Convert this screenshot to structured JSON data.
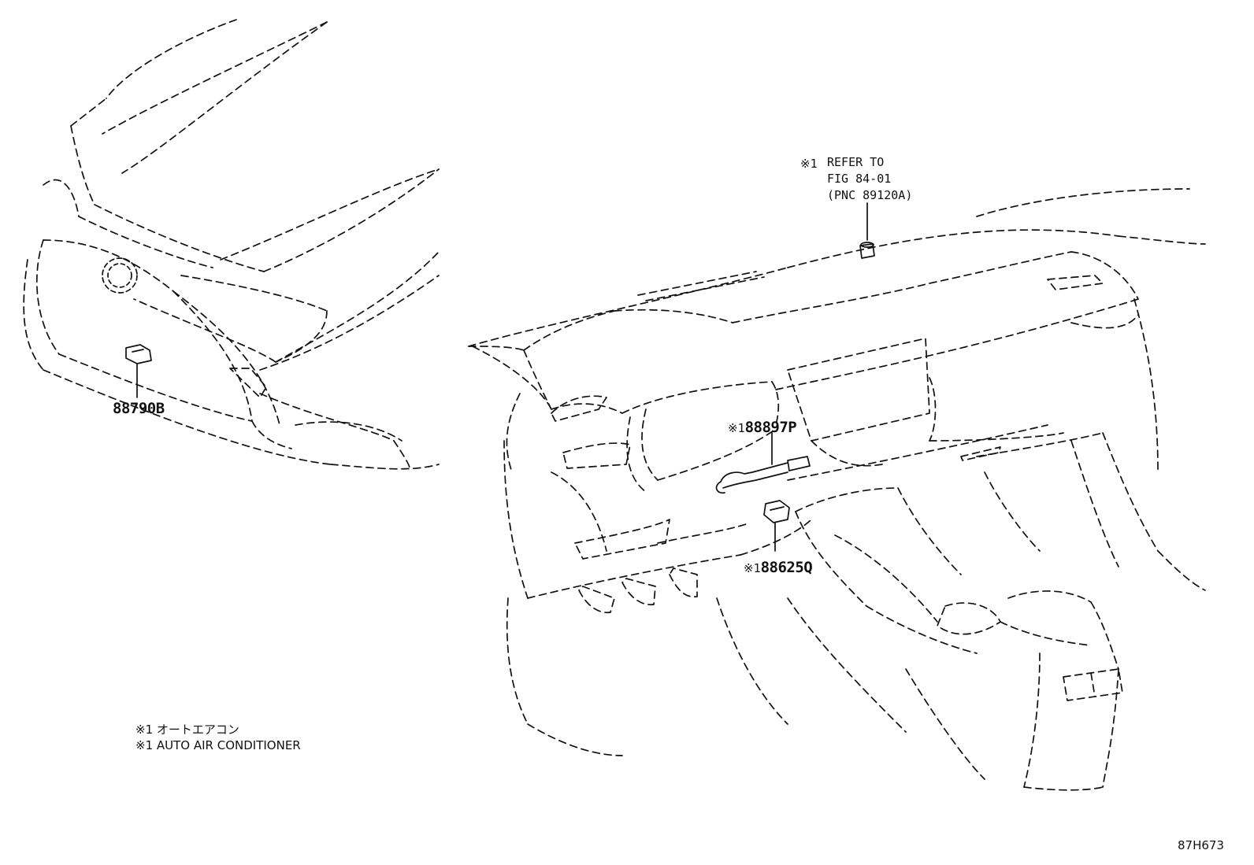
{
  "callouts": {
    "ref_mark": "※1",
    "ref_lines": [
      "REFER TO",
      "FIG 84-01",
      "(PNC 89120A)"
    ],
    "part_88897p": {
      "mark": "※1",
      "number": "88897P"
    },
    "part_88625q": {
      "mark": "※1",
      "number": "88625Q"
    },
    "part_88790b": {
      "number": "88790B"
    }
  },
  "legend": {
    "line_jp": "※1 オートエアコン",
    "line_en": "※1 AUTO AIR CONDITIONER"
  },
  "figure_code": "87H673",
  "colors": {
    "ink": "#111111",
    "background": "#ffffff"
  }
}
